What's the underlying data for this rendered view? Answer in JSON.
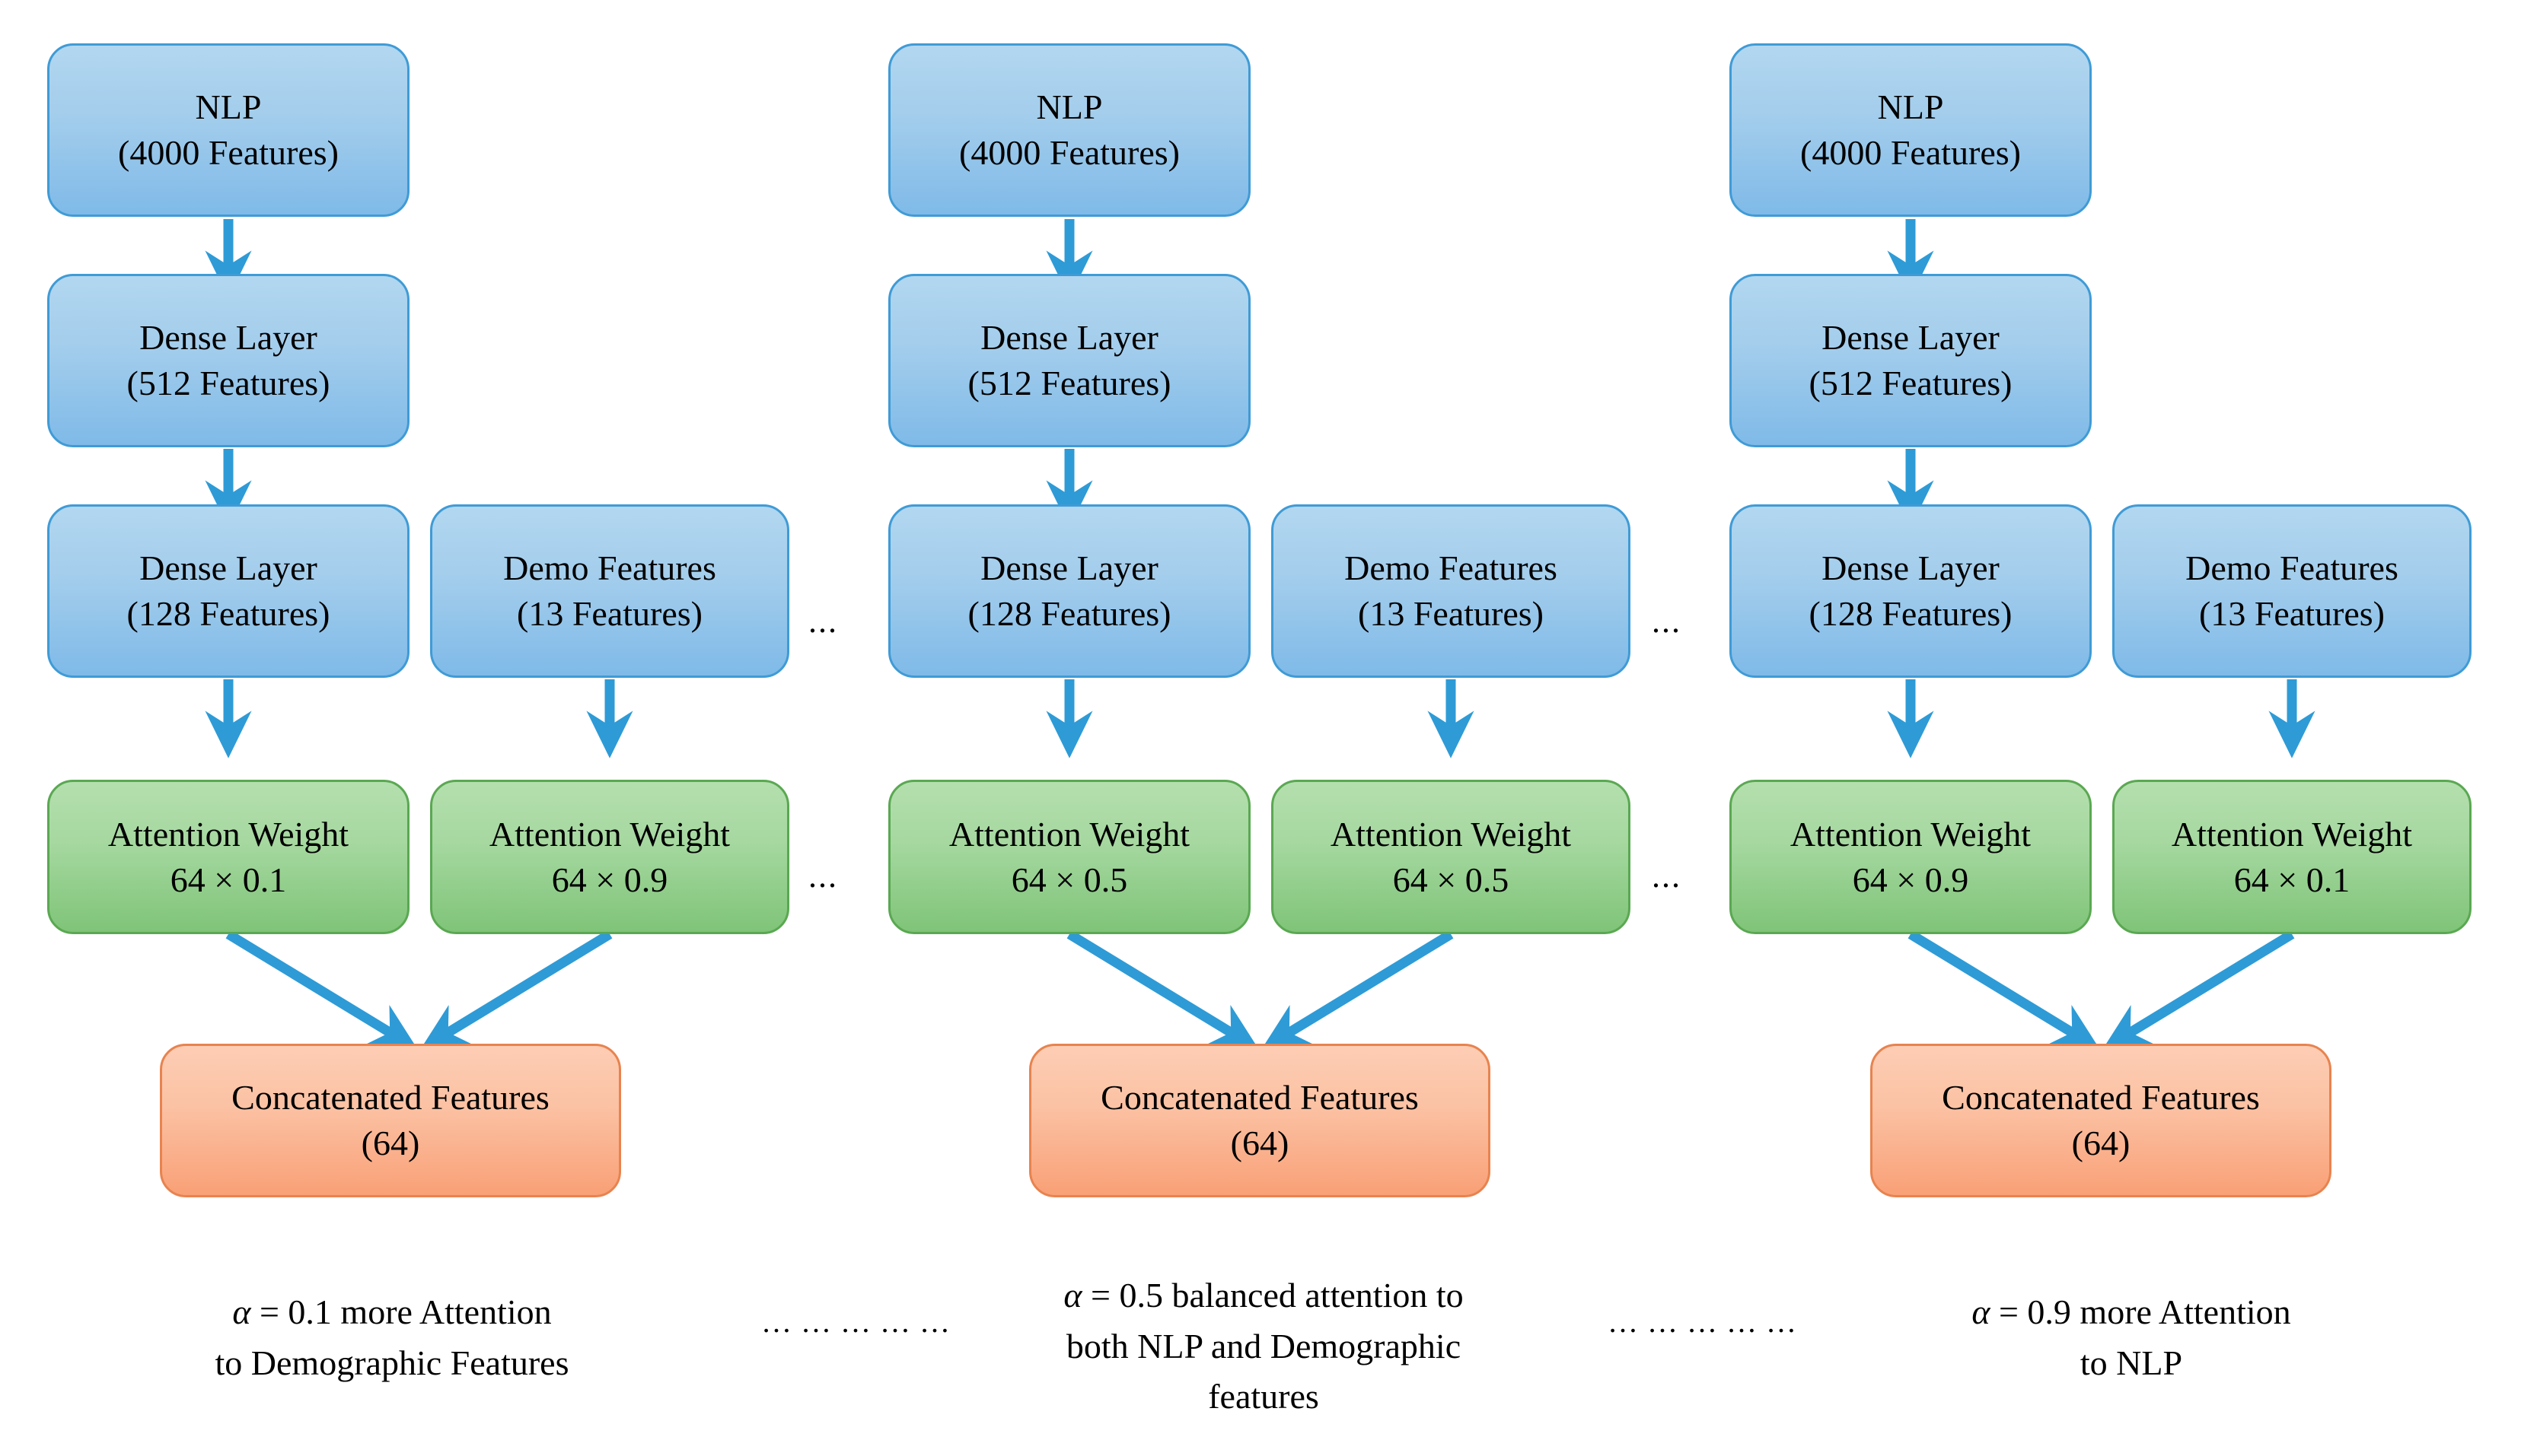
{
  "figure": {
    "kind": "attention-fusion-architecture-diagram",
    "background_color": "#ffffff",
    "palette": {
      "blue_fill_top": "#b2d7f0",
      "blue_fill_bottom": "#7fbae8",
      "blue_stroke": "#3f9bd6",
      "green_fill_top": "#b4dfae",
      "green_fill_bottom": "#7fc478",
      "green_stroke": "#5aa852",
      "orange_fill_top": "#fdcdb4",
      "orange_fill_bottom": "#f9a076",
      "orange_stroke": "#e8834f",
      "arrow_color": "#2e9bd6",
      "text_color": "#000000"
    }
  },
  "columns": [
    {
      "id": "alpha-0.1",
      "nlp": {
        "line1": "NLP",
        "line2": "(4000 Features)"
      },
      "dense1": {
        "line1": "Dense Layer",
        "line2": "(512 Features)"
      },
      "dense2": {
        "line1": "Dense Layer",
        "line2": "(128 Features)"
      },
      "demo": {
        "line1": "Demo Features",
        "line2": "(13 Features)"
      },
      "attention_left": {
        "line1": "Attention Weight",
        "line2": "64 × 0.1"
      },
      "attention_right": {
        "line1": "Attention Weight",
        "line2": "64 × 0.9"
      },
      "concat": {
        "line1": "Concatenated Features",
        "line2": "(64)"
      },
      "caption": {
        "lines": [
          {
            "alpha": "α",
            "rest": " = 0.1 more Attention"
          },
          {
            "alpha": "",
            "rest": "to Demographic Features"
          }
        ]
      }
    },
    {
      "id": "alpha-0.5",
      "nlp": {
        "line1": "NLP",
        "line2": "(4000 Features)"
      },
      "dense1": {
        "line1": "Dense Layer",
        "line2": "(512 Features)"
      },
      "dense2": {
        "line1": "Dense Layer",
        "line2": "(128 Features)"
      },
      "demo": {
        "line1": "Demo Features",
        "line2": "(13 Features)"
      },
      "attention_left": {
        "line1": "Attention Weight",
        "line2": "64 × 0.5"
      },
      "attention_right": {
        "line1": "Attention Weight",
        "line2": "64 × 0.5"
      },
      "concat": {
        "line1": "Concatenated Features",
        "line2": "(64)"
      },
      "caption": {
        "lines": [
          {
            "alpha": "α",
            "rest": " = 0.5 balanced attention to"
          },
          {
            "alpha": "",
            "rest": "both NLP and Demographic"
          },
          {
            "alpha": "",
            "rest": "features"
          }
        ]
      }
    },
    {
      "id": "alpha-0.9",
      "nlp": {
        "line1": "NLP",
        "line2": "(4000 Features)"
      },
      "dense1": {
        "line1": "Dense Layer",
        "line2": "(512 Features)"
      },
      "dense2": {
        "line1": "Dense Layer",
        "line2": "(128 Features)"
      },
      "demo": {
        "line1": "Demo Features",
        "line2": "(13 Features)"
      },
      "attention_left": {
        "line1": "Attention Weight",
        "line2": "64 × 0.9"
      },
      "attention_right": {
        "line1": "Attention Weight",
        "line2": "64 × 0.1"
      },
      "concat": {
        "line1": "Concatenated Features",
        "line2": "(64)"
      },
      "caption": {
        "lines": [
          {
            "alpha": "α",
            "rest": " = 0.9 more Attention"
          },
          {
            "alpha": "",
            "rest": "to NLP"
          }
        ]
      }
    }
  ],
  "separators": {
    "gap1_demo_row": "...",
    "gap1_attention_row": "...",
    "gap1_caption_row": "… … … … …",
    "gap2_demo_row": "...",
    "gap2_attention_row": "...",
    "gap2_caption_row": "… … … … …"
  }
}
